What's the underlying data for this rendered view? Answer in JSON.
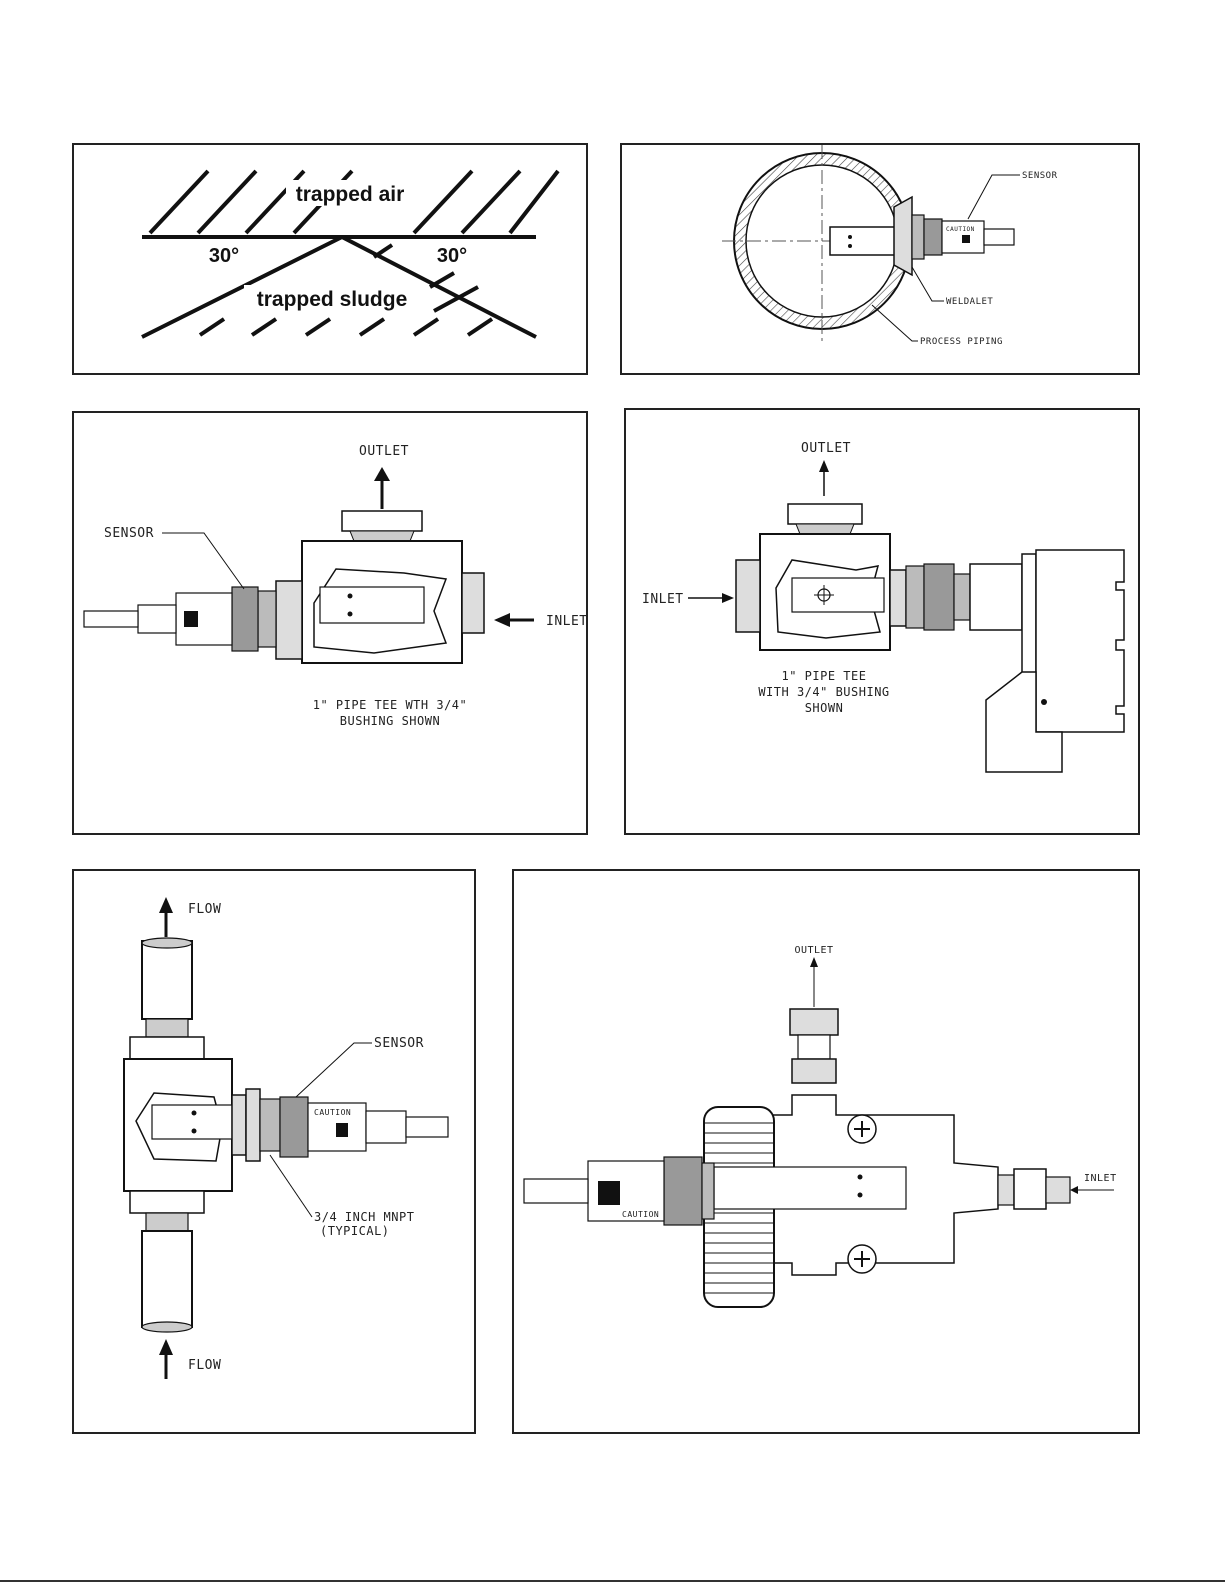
{
  "panel1": {
    "top_label": "trapped air",
    "bottom_label": "trapped sludge",
    "angle_left": "30°",
    "angle_right": "30°"
  },
  "panel2": {
    "sensor": "SENSOR",
    "weldalet": "WELDALET",
    "process_piping": "PROCESS PIPING"
  },
  "panel3": {
    "outlet": "OUTLET",
    "sensor": "SENSOR",
    "inlet": "INLET",
    "note_line1": "1\" PIPE TEE WTH 3/4\"",
    "note_line2": "BUSHING SHOWN"
  },
  "panel4": {
    "outlet": "OUTLET",
    "inlet": "INLET",
    "note_line1": "1\" PIPE TEE",
    "note_line2": "WITH 3/4\" BUSHING",
    "note_line3": "SHOWN"
  },
  "panel5": {
    "flow_top": "FLOW",
    "flow_bottom": "FLOW",
    "sensor": "SENSOR",
    "mnpt_line1": "3/4  INCH MNPT",
    "mnpt_line2": "(TYPICAL)"
  },
  "panel6": {
    "outlet": "OUTLET",
    "inlet": "INLET"
  },
  "sensor_caution": "CAUTION"
}
